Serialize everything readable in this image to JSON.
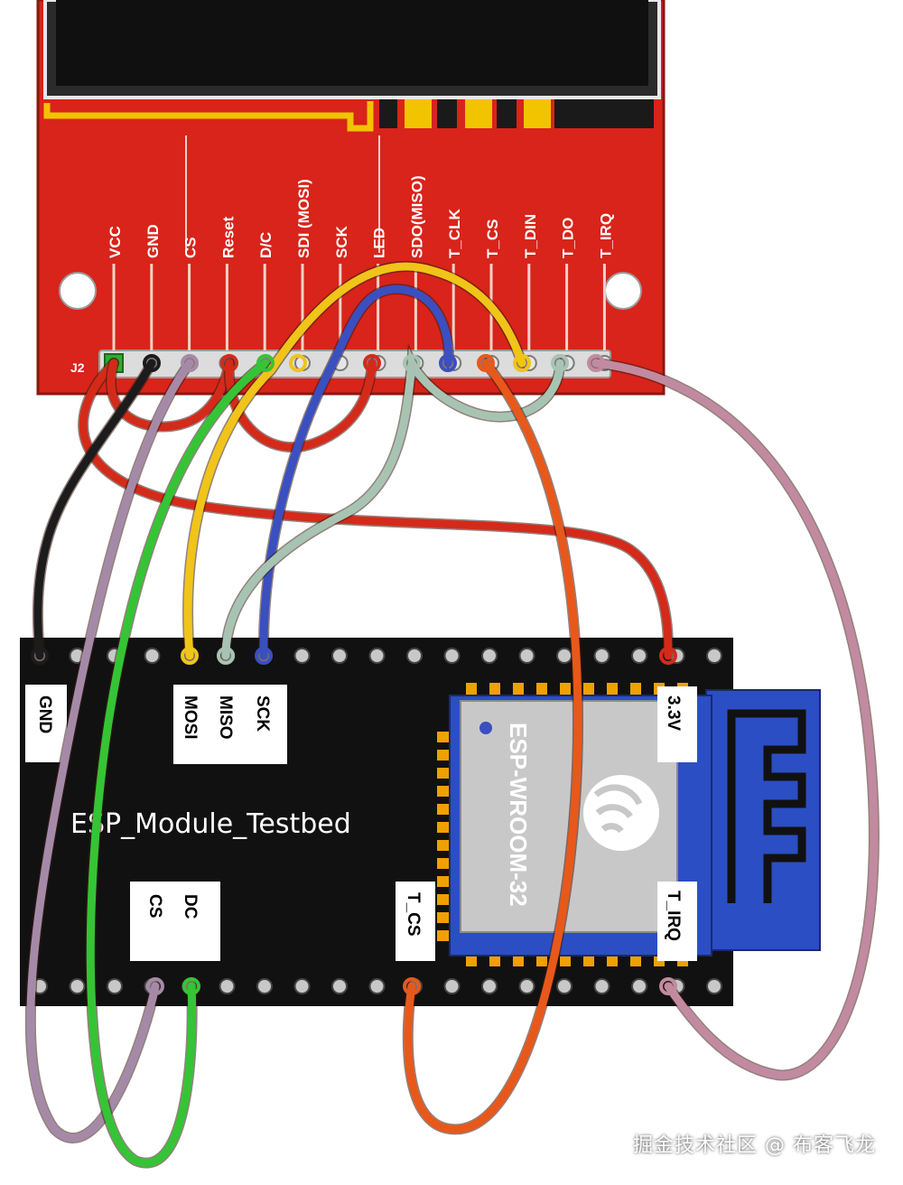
{
  "display_board": {
    "header_label": "J2",
    "pins": [
      "VCC",
      "GND",
      "CS",
      "Reset",
      "D/C",
      "SDI (MOSI)",
      "SCK",
      "LED",
      "SDO(MISO)",
      "T_CLK",
      "T_CS",
      "T_DIN",
      "T_DO",
      "T_IRQ"
    ]
  },
  "esp_board": {
    "title": "ESP_Module_Testbed",
    "module_label": "ESP-WROOM-32",
    "labels": {
      "gnd": "GND",
      "sck": "SCK",
      "miso": "MISO",
      "mosi": "MOSI",
      "v33": "3.3V",
      "dc": "DC",
      "cs": "CS",
      "tcs": "T_CS",
      "tirq": "T_IRQ"
    }
  },
  "wire_colors": {
    "red": "#d42a1a",
    "black": "#1c1c1c",
    "lavender": "#a58aa8",
    "green": "#35c435",
    "yellow": "#f0c419",
    "blue": "#3a4fc0",
    "grey_green": "#a7c4b3",
    "orange": "#e8581a",
    "pink": "#c28aa0"
  },
  "watermark": "掘金技术社区 @ 布客飞龙"
}
